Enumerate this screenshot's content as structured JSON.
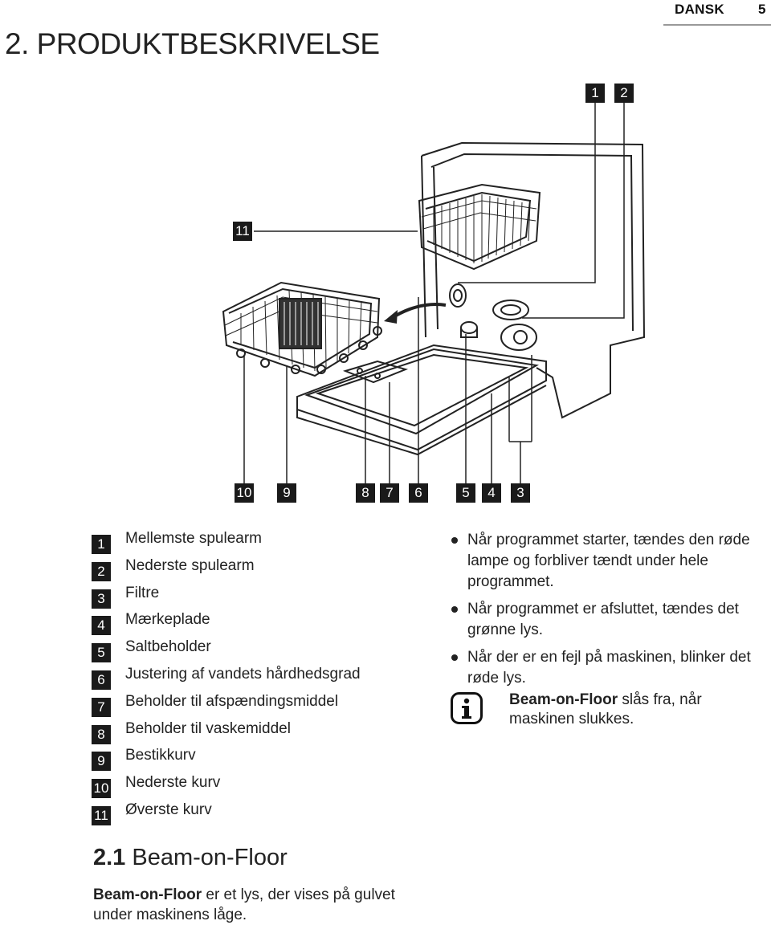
{
  "header": {
    "language": "DANSK",
    "page_number": "5"
  },
  "section": {
    "number": "2.",
    "title": "PRODUKTBESKRIVELSE"
  },
  "figure": {
    "callouts_top": [
      "1",
      "2",
      "11"
    ],
    "callouts_bottom": [
      "10",
      "9",
      "8",
      "7",
      "6",
      "5",
      "4",
      "3"
    ]
  },
  "legend": [
    {
      "num": "1",
      "label": "Mellemste spulearm"
    },
    {
      "num": "2",
      "label": "Nederste spulearm"
    },
    {
      "num": "3",
      "label": "Filtre"
    },
    {
      "num": "4",
      "label": "Mærkeplade"
    },
    {
      "num": "5",
      "label": "Saltbeholder"
    },
    {
      "num": "6",
      "label": "Justering af vandets hårdhedsgrad"
    },
    {
      "num": "7",
      "label": "Beholder til afspændingsmiddel"
    },
    {
      "num": "8",
      "label": "Beholder til vaskemiddel"
    },
    {
      "num": "9",
      "label": "Bestikkurv"
    },
    {
      "num": "10",
      "label": "Nederste kurv"
    },
    {
      "num": "11",
      "label": "Øverste kurv"
    }
  ],
  "bullets": [
    "Når programmet starter, tændes den røde lampe og forbliver tændt under hele programmet.",
    "Når programmet er afsluttet, tændes det grønne lys.",
    "Når der er en fejl på maskinen, blinker det røde lys."
  ],
  "info_note": {
    "bold": "Beam-on-Floor",
    "text": " slås fra, når maskinen slukkes."
  },
  "subsection": {
    "number": "2.1",
    "title": " Beam-on-Floor"
  },
  "body": {
    "bold": "Beam-on-Floor",
    "text": " er et lys, der vises på gulvet under maskinens låge."
  }
}
